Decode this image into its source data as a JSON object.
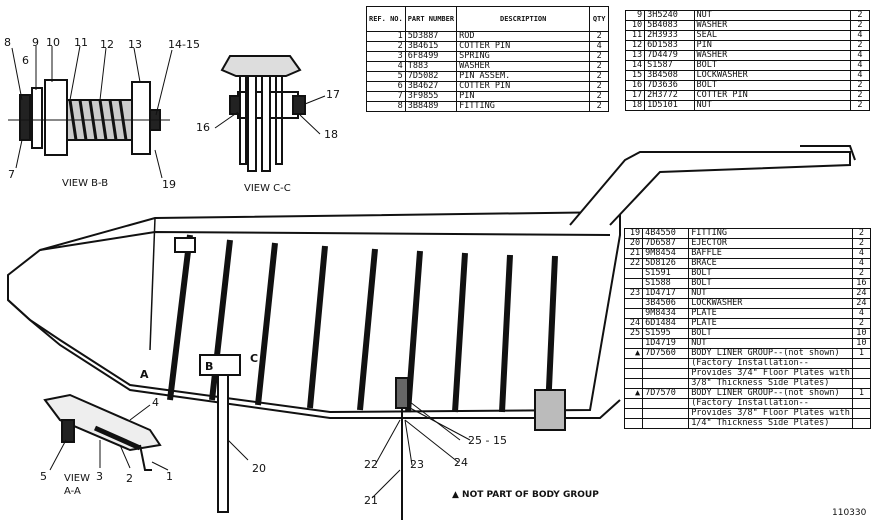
{
  "top_table": {
    "headers": {
      "ref": "REF. NO.",
      "part": "PART NUMBER",
      "desc": "DESCRIPTION",
      "qty": "QTY"
    },
    "rows": [
      {
        "ref": "1",
        "part": "5D3887",
        "desc": "ROD",
        "qty": "2"
      },
      {
        "ref": "2",
        "part": "3B4615",
        "desc": "COTTER PIN",
        "qty": "4"
      },
      {
        "ref": "3",
        "part": "6F8499",
        "desc": "SPRING",
        "qty": "2"
      },
      {
        "ref": "4",
        "part": "T883",
        "desc": "WASHER",
        "qty": "2"
      },
      {
        "ref": "5",
        "part": "7D5082",
        "desc": "PIN ASSEM.",
        "qty": "2"
      },
      {
        "ref": "6",
        "part": "3B4627",
        "desc": "COTTER PIN",
        "qty": "2"
      },
      {
        "ref": "7",
        "part": "3F9855",
        "desc": "PIN",
        "qty": "2"
      },
      {
        "ref": "8",
        "part": "3B8489",
        "desc": "FITTING",
        "qty": "2"
      }
    ]
  },
  "right_top_table": {
    "rows": [
      {
        "ref": "9",
        "part": "3H5240",
        "desc": "NUT",
        "qty": "2"
      },
      {
        "ref": "10",
        "part": "5B4083",
        "desc": "WASHER",
        "qty": "2"
      },
      {
        "ref": "11",
        "part": "2H3933",
        "desc": "SEAL",
        "qty": "4"
      },
      {
        "ref": "12",
        "part": "6D1583",
        "desc": "PIN",
        "qty": "2"
      },
      {
        "ref": "13",
        "part": "7D4479",
        "desc": "WASHER",
        "qty": "4"
      },
      {
        "ref": "14",
        "part": "S1587",
        "desc": "BOLT",
        "qty": "4"
      },
      {
        "ref": "15",
        "part": "3B4508",
        "desc": "LOCKWASHER",
        "qty": "4"
      },
      {
        "ref": "16",
        "part": "7D3636",
        "desc": "BOLT",
        "qty": "2"
      },
      {
        "ref": "17",
        "part": "2H3772",
        "desc": "COTTER PIN",
        "qty": "2"
      },
      {
        "ref": "18",
        "part": "1D5101",
        "desc": "NUT",
        "qty": "2"
      }
    ]
  },
  "right_bottom_table": {
    "rows": [
      {
        "ref": "19",
        "part": "4B4550",
        "desc": "FITTING",
        "qty": "2"
      },
      {
        "ref": "20",
        "part": "7D6587",
        "desc": "EJECTOR",
        "qty": "2"
      },
      {
        "ref": "21",
        "part": "9M8454",
        "desc": "BAFFLE",
        "qty": "4"
      },
      {
        "ref": "22",
        "part": "5D8126",
        "desc": "BRACE",
        "qty": "4"
      },
      {
        "ref": "",
        "part": "S1591",
        "desc": "BOLT",
        "qty": "2"
      },
      {
        "ref": "",
        "part": "S1588",
        "desc": "BOLT",
        "qty": "16"
      },
      {
        "ref": "23",
        "part": "1D4717",
        "desc": "NUT",
        "qty": "24"
      },
      {
        "ref": "",
        "part": "3B4506",
        "desc": "LOCKWASHER",
        "qty": "24"
      },
      {
        "ref": "",
        "part": "9M8434",
        "desc": "PLATE",
        "qty": "4"
      },
      {
        "ref": "24",
        "part": "6D1484",
        "desc": "PLATE",
        "qty": "2"
      },
      {
        "ref": "25",
        "part": "S1595",
        "desc": "BOLT",
        "qty": "10"
      },
      {
        "ref": "",
        "part": "1D4719",
        "desc": "NUT",
        "qty": "10"
      },
      {
        "ref": "▲",
        "part": "7D7560",
        "desc": "BODY LINER GROUP--(not shown)",
        "qty": "1"
      },
      {
        "ref": "",
        "part": "",
        "desc": "(Factory Installation--",
        "qty": ""
      },
      {
        "ref": "",
        "part": "",
        "desc": "Provides 3/4\" Floor Plates with",
        "qty": ""
      },
      {
        "ref": "",
        "part": "",
        "desc": "3/8\" Thickness Side Plates)",
        "qty": ""
      },
      {
        "ref": "▲",
        "part": "7D7570",
        "desc": "BODY LINER GROUP--(not shown)",
        "qty": "1"
      },
      {
        "ref": "",
        "part": "",
        "desc": "(Factory Installation--",
        "qty": ""
      },
      {
        "ref": "",
        "part": "",
        "desc": "Provides 3/8\" Floor Plates with",
        "qty": ""
      },
      {
        "ref": "",
        "part": "",
        "desc": "1/4\" Thickness Side Plates)",
        "qty": ""
      }
    ]
  },
  "views": {
    "b": "VIEW B-B",
    "c": "VIEW C-C",
    "a1": "VIEW",
    "a2": "A-A"
  },
  "callouts": {
    "c8": "8",
    "c9": "9",
    "c10": "10",
    "c11": "11",
    "c12": "12",
    "c13": "13",
    "c1415": "14-15",
    "c6": "6",
    "c7": "7",
    "c19": "19",
    "c17": "17",
    "c16": "16",
    "c18": "18",
    "c4": "4",
    "c5": "5",
    "c3": "3",
    "c2": "2",
    "c1": "1",
    "c20": "20",
    "c2515": "25 - 15",
    "c22": "22",
    "c23": "23",
    "c24": "24",
    "c21": "21",
    "mA": "A",
    "mB": "B",
    "mC": "C"
  },
  "footnote": "▲ NOT PART OF BODY GROUP",
  "figure_number": "110330"
}
